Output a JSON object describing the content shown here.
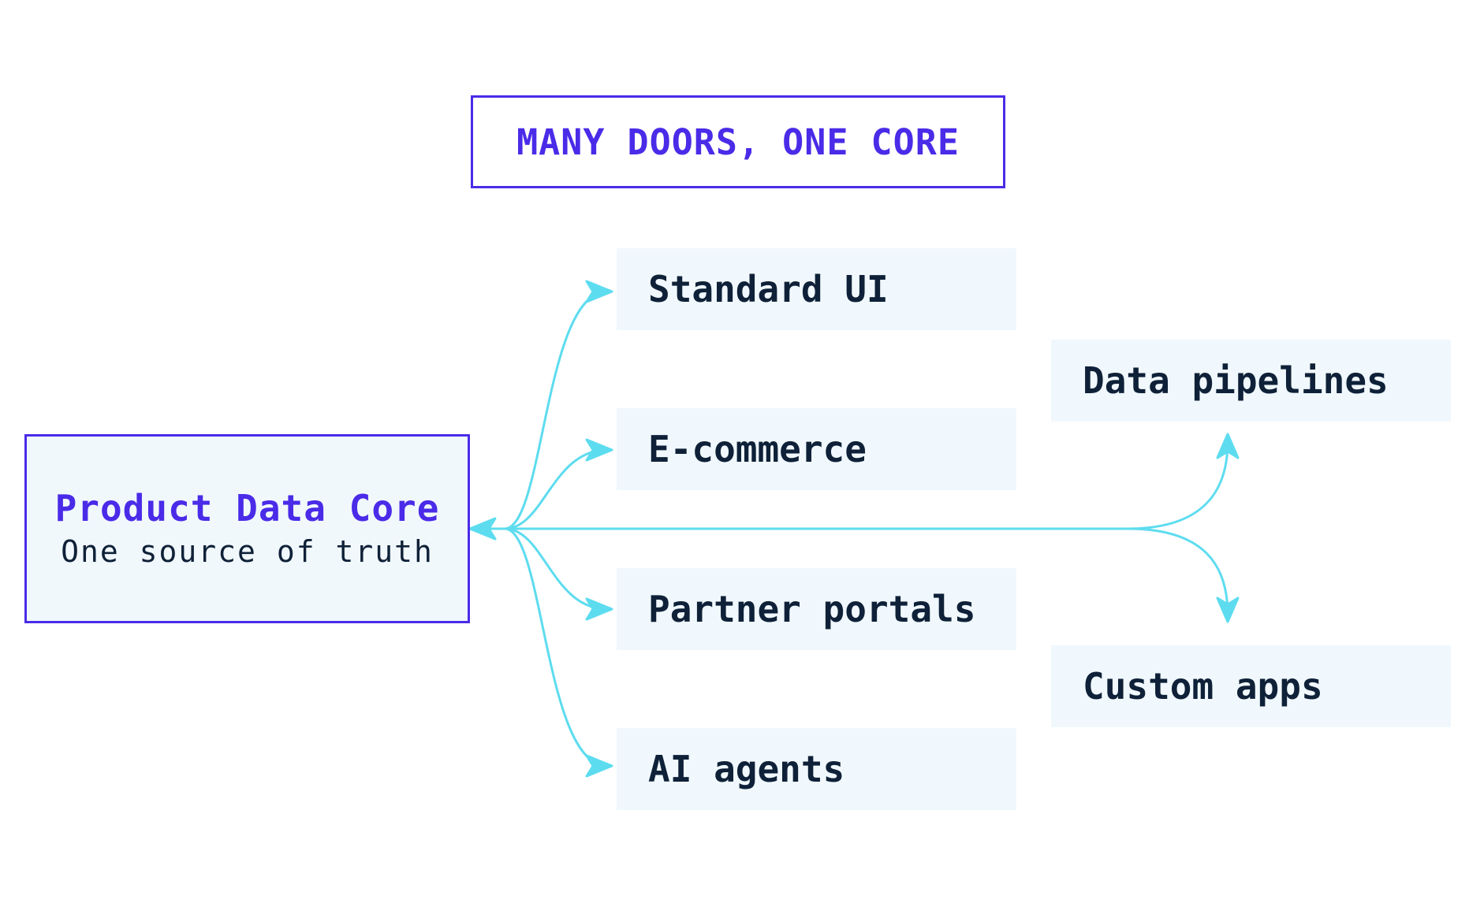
{
  "title": "MANY DOORS, ONE CORE",
  "core": {
    "name": "Product Data Core",
    "tagline": "One source of truth"
  },
  "doors": {
    "standard_ui": "Standard UI",
    "ecommerce": "E-commerce",
    "partner_portals": "Partner portals",
    "ai_agents": "AI agents",
    "data_pipelines": "Data pipelines",
    "custom_apps": "Custom apps"
  },
  "colors": {
    "accent": "#4a2be8",
    "connector": "#5ddcef",
    "card_fill": "#f0f8fd",
    "text_dark": "#0f2138"
  }
}
